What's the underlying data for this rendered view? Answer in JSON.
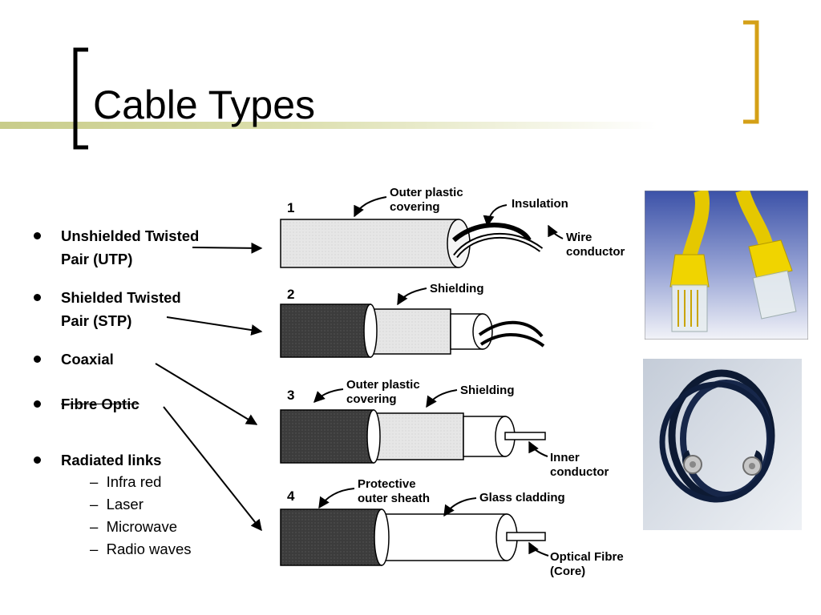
{
  "slide": {
    "title": "Cable Types",
    "accent_color": "#d4a017",
    "rule_color": "#c8cc8a"
  },
  "bullets": {
    "items": [
      {
        "line1": "Unshielded Twisted",
        "line2": "Pair (UTP)"
      },
      {
        "line1": "Shielded Twisted",
        "line2": "Pair (STP)"
      },
      {
        "line1": "Coaxial"
      },
      {
        "line1": "Fibre Optic"
      },
      {
        "line1": "Radiated links"
      }
    ],
    "subitems": [
      "Infra red",
      "Laser",
      "Microwave",
      "Radio waves"
    ],
    "dash": "–"
  },
  "diagram": {
    "cables": [
      {
        "number": "1"
      },
      {
        "number": "2"
      },
      {
        "number": "3"
      },
      {
        "number": "4"
      }
    ],
    "labels": {
      "outer_plastic_1a": "Outer plastic",
      "outer_plastic_1b": "covering",
      "insulation": "Insulation",
      "wire_a": "Wire",
      "wire_b": "conductor",
      "shielding_2": "Shielding",
      "outer_plastic_3a": "Outer plastic",
      "outer_plastic_3b": "covering",
      "shielding_3": "Shielding",
      "inner_a": "Inner",
      "inner_b": "conductor",
      "protective_a": "Protective",
      "protective_b": "outer sheath",
      "glass_cladding": "Glass cladding",
      "optical_a": "Optical Fibre",
      "optical_b": "(Core)"
    }
  },
  "photos": {
    "utp_cable": "yellow-ethernet-cable-photo",
    "coax_cable": "coiled-coaxial-cable-photo"
  }
}
